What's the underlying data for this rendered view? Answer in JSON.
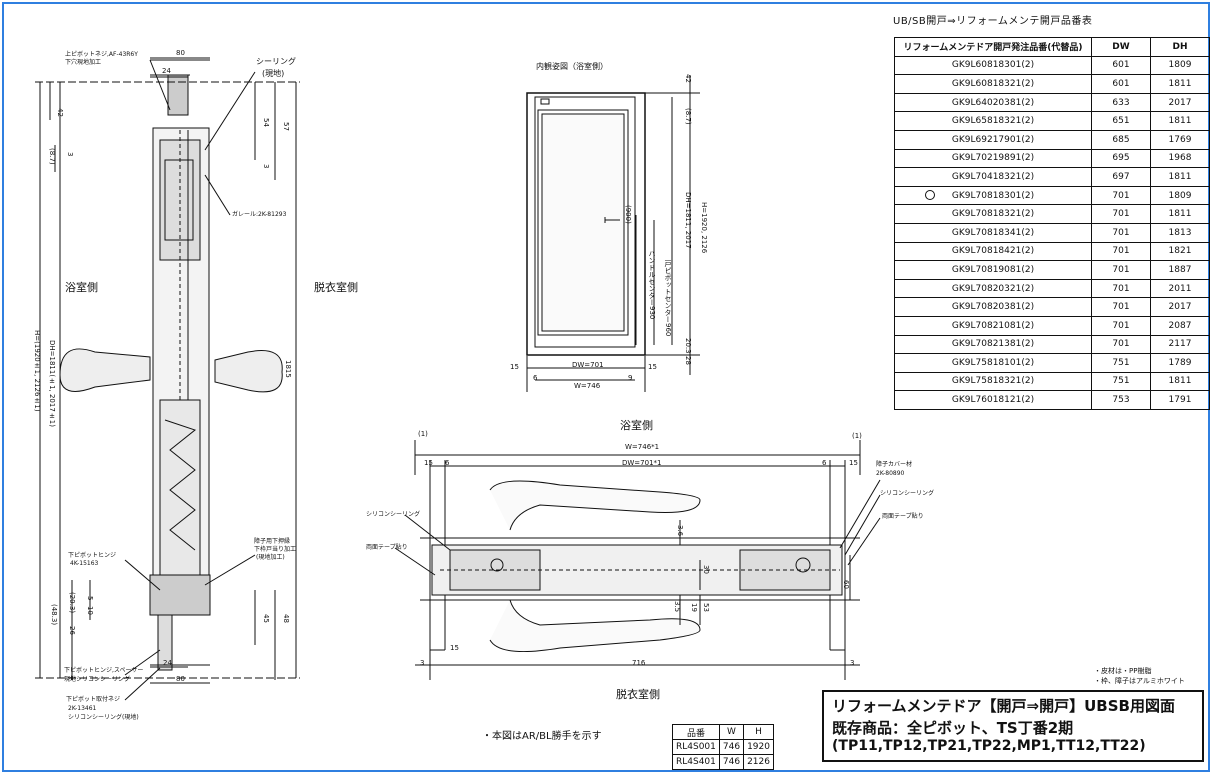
{
  "table_title": "UB/SB開戸⇒リフォームメンテ開戸品番表",
  "table": {
    "headers": [
      "リフォームメンテドア開戸発注品番(代替品)",
      "DW",
      "DH"
    ],
    "rows": [
      [
        "GK9L60818301(2)",
        "601",
        "1809"
      ],
      [
        "GK9L60818321(2)",
        "601",
        "1811"
      ],
      [
        "GK9L64020381(2)",
        "633",
        "2017"
      ],
      [
        "GK9L65818321(2)",
        "651",
        "1811"
      ],
      [
        "GK9L69217901(2)",
        "685",
        "1769"
      ],
      [
        "GK9L70219891(2)",
        "695",
        "1968"
      ],
      [
        "GK9L70418321(2)",
        "697",
        "1811"
      ],
      [
        "GK9L70818301(2)",
        "701",
        "1809"
      ],
      [
        "GK9L70818321(2)",
        "701",
        "1811"
      ],
      [
        "GK9L70818341(2)",
        "701",
        "1813"
      ],
      [
        "GK9L70818421(2)",
        "701",
        "1821"
      ],
      [
        "GK9L70819081(2)",
        "701",
        "1887"
      ],
      [
        "GK9L70820321(2)",
        "701",
        "2011"
      ],
      [
        "GK9L70820381(2)",
        "701",
        "2017"
      ],
      [
        "GK9L70821081(2)",
        "701",
        "2087"
      ],
      [
        "GK9L70821381(2)",
        "701",
        "2117"
      ],
      [
        "GK9L75818101(2)",
        "751",
        "1789"
      ],
      [
        "GK9L75818321(2)",
        "751",
        "1811"
      ],
      [
        "GK9L76018121(2)",
        "753",
        "1791"
      ]
    ]
  },
  "title_block": {
    "line1": "リフォームメンテドア【開戸⇒開戸】UBSB用図面",
    "line2": "既存商品：全ピボット、TS丁番2期",
    "line3": "(TP11,TP12,TP21,TP22,MP1,TT12,TT22)"
  },
  "bottom_table": {
    "headers": [
      "品番",
      "W",
      "H"
    ],
    "rows": [
      [
        "RL4S001",
        "746",
        "1920"
      ],
      [
        "RL4S401",
        "746",
        "2126"
      ]
    ]
  },
  "notes": {
    "handed": "・本図はAR/BL勝手を示す",
    "right1": "・皮材は・PP樹脂",
    "right2": "・枠、障子はアルミホワイト"
  },
  "labels": {
    "bath_side": "浴室側",
    "dressing_side": "脱衣室側",
    "elevation_title": "内観姿図（浴室側）",
    "seal_top": "シーリング",
    "seal_top_sub": "(現地)",
    "top_pivot": "上ピボットネジ,AF-43R6Y",
    "top_pivot_sub": "下穴現地加工",
    "lever": "ガレール:2K-81293",
    "bottom_pivot": "下ピボットヒンジ",
    "bottom_pivot_code": "4K-15163",
    "doorstop": "障子用下押縁",
    "doorstop2": "下枠戸当り加工",
    "doorstop3": "(現地加工)",
    "spacer": "下ピボットヒンジ,スペーサー",
    "spacer2": "現地シリコンシーリング",
    "bottom_plate": "下ピボット取付ネジ",
    "bottom_plate2": "2K-13461",
    "silicone_note": "シリコンシーリング(現地)",
    "silicone_l": "シリコンシーリング",
    "tape_l": "両面テープ貼り",
    "cover": "障子カバー材",
    "cover2": "2K-80890",
    "silicone_r": "シリコンシーリング",
    "tape_r": "両面テープ貼り"
  },
  "dims": {
    "d80top": "80",
    "d24top": "24",
    "d42": "42",
    "d54": "54",
    "d57": "57",
    "d8_7": "(8.7)",
    "d3": "3",
    "d1815": "1815",
    "h_main": "H=(1920±1, 2126±1)",
    "dh_main": "DH=1811(±1, 2017±1)",
    "d20_3": "(20.3)",
    "d5": "5",
    "d10": "10",
    "d48_3": "(48.3)",
    "d26": "26",
    "d45": "45",
    "d48": "48",
    "d24bot": "24",
    "d80bot": "80",
    "e_dw": "DW=701",
    "e_w": "W=746",
    "e_15a": "15",
    "e_15b": "15",
    "e_6": "6",
    "e_9": "9",
    "e_42": "42",
    "e_87": "(8.7)",
    "e_dh": "DH=1811, 2017",
    "e_h": "H=1920, 2126",
    "e_handle": "ハンドルセンター930",
    "e_pivot": "戸ピボットセンター960",
    "e_center": "(900)",
    "e_203": "20.3",
    "e_28": "28",
    "p_w": "W=746*1",
    "p_dw": "DW=701*1",
    "p_1a": "(1)",
    "p_1b": "(1)",
    "p_15a": "15",
    "p_6a": "6",
    "p_6b": "6",
    "p_15b": "15",
    "p_36": "3.6",
    "p_35": "3.5",
    "p_30": "30",
    "p_60": "60",
    "p_19": "19",
    "p_53": "53",
    "p_15c": "15",
    "p_3a": "3",
    "p_716": "716",
    "p_3b": "3"
  },
  "colors": {
    "frame": "#2f7fe0",
    "ink": "#111111"
  }
}
